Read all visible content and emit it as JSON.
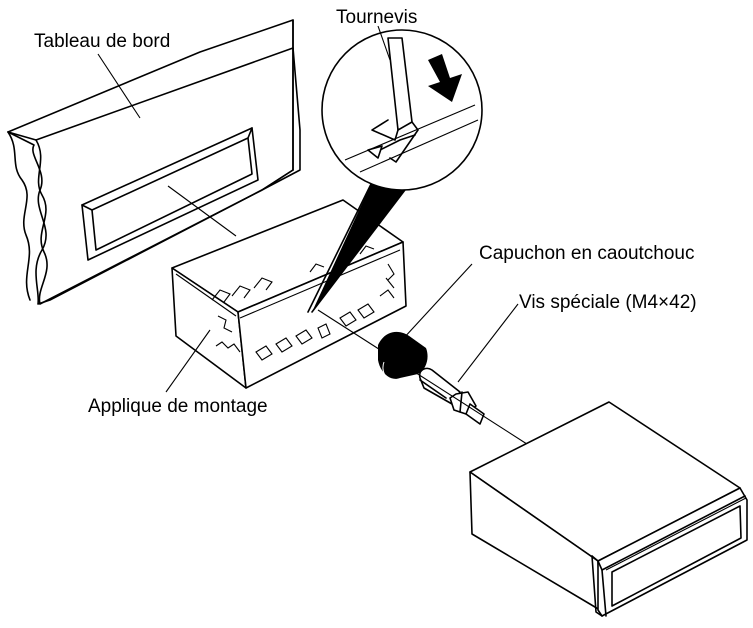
{
  "labels": {
    "dashboard": "Tableau de bord",
    "screwdriver": "Tournevis",
    "rubber_cap": "Capuchon en caoutchouc",
    "special_screw": "Vis spéciale (M4×42)",
    "mounting_sleeve": "Applique de montage"
  },
  "colors": {
    "ink": "#000000",
    "paper": "#ffffff"
  }
}
